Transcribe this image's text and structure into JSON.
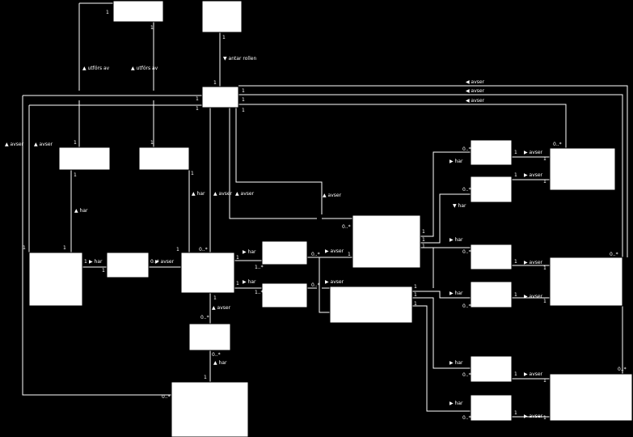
{
  "relations": {
    "utfors_av": "utförs av",
    "antar_rollen": "antar rollen",
    "avser": "avser",
    "har": "har"
  },
  "multiplicity": {
    "one": "1",
    "zero_many": "0..*",
    "one_many": "1..*"
  },
  "glyphs": {
    "arrow_up": "▲",
    "arrow_down": "▼",
    "arrow_right": "▶",
    "arrow_left": "◀"
  }
}
